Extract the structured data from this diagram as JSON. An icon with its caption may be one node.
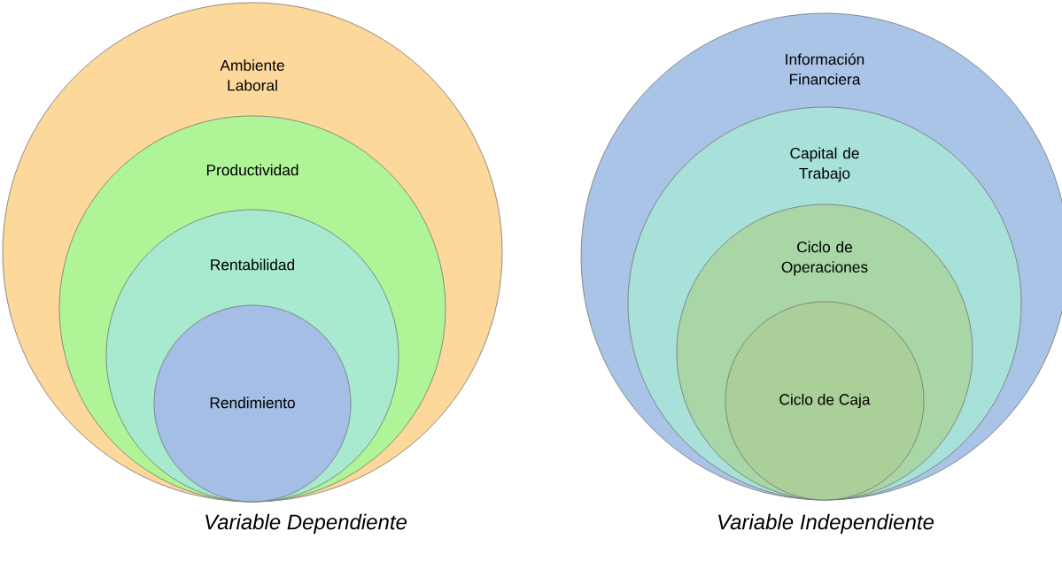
{
  "diagram": {
    "nodes": [
      {
        "text": [
          "Ambiente Laboral"
        ]
      },
      {
        "text": [
          "Productividad"
        ],
        "in": 0
      },
      {
        "text": [
          "Rentabilidad"
        ],
        "in": 1
      },
      {
        "text": [
          "Rendimiento"
        ],
        "in": 2
      },
      {
        "text": [
          "Información Financiera"
        ]
      },
      {
        "text": [
          "Capital de Trabajo"
        ],
        "in": 4
      },
      {
        "text": [
          "Ciclo de Operaciones"
        ],
        "in": 5
      },
      {
        "text": [
          "Ciclo de Caja"
        ],
        "in": 6
      }
    ],
    "labels": [
      "Variable Dependiente",
      "Variable Independiente"
    ]
  }
}
